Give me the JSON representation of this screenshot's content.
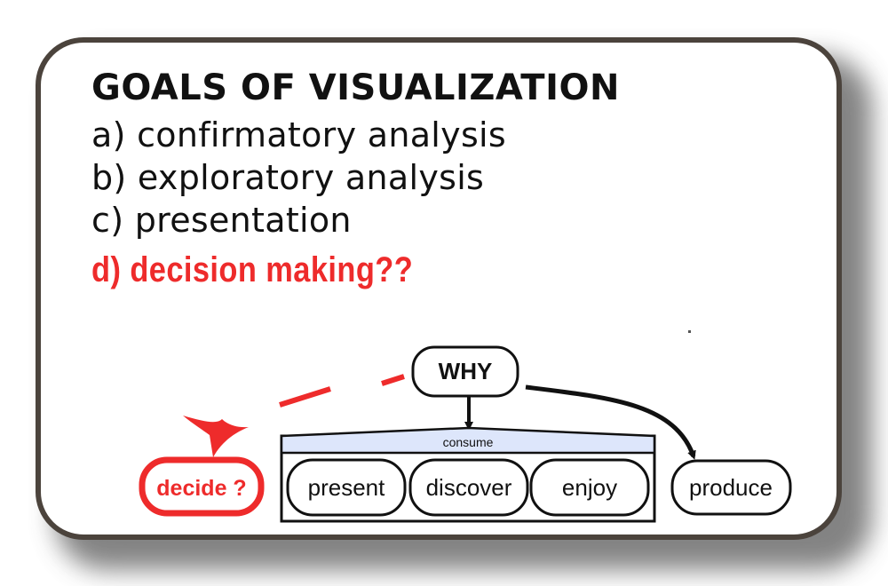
{
  "slide": {
    "heading": "GOALS OF VISUALIZATION",
    "items": [
      "a) confirmatory analysis",
      "b) exploratory analysis",
      "c) presentation",
      "d) decision making??"
    ]
  },
  "diagram": {
    "root": "WHY",
    "group_label": "consume",
    "consume_children": [
      "present",
      "discover",
      "enjoy"
    ],
    "produce": "produce",
    "added_node": "decide ?"
  },
  "colors": {
    "accent_red": "#ee2b2b",
    "frame_border": "#4b433c",
    "group_header": "#dde6fb"
  }
}
